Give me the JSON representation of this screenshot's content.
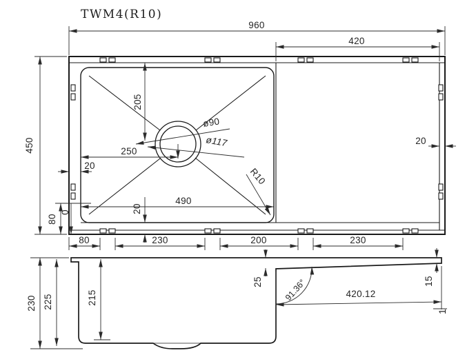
{
  "title": "TWM4(R10)",
  "top_view": {
    "width_total": "960",
    "drainer_width": "420",
    "depth_total": "450",
    "drain_offset_top": "205",
    "drain_offset_left": "250",
    "drain_inner_dia": "ø90",
    "drain_outer_dia": "ø117",
    "rim_left": "20",
    "rim_right": "20",
    "rim_bottom": "20",
    "bowl_width": "490",
    "bowl_corner_radius": "R10",
    "edge_offset_a": "80",
    "edge_offset_b": "0",
    "clip_spacing": [
      "80",
      "230",
      "200",
      "230"
    ]
  },
  "section_view": {
    "height_total": "230",
    "height_outer": "225",
    "bowl_depth": "215",
    "deck_drop_front": "25",
    "deck_angle": "91.36°",
    "deck_length": "420.12",
    "deck_drop_rear": "15",
    "edge_lip": "1"
  }
}
